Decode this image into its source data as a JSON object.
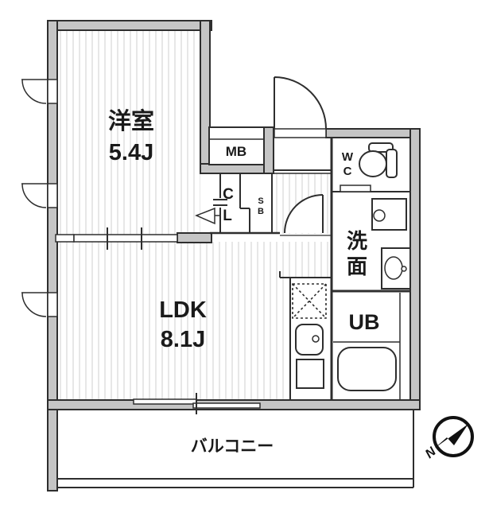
{
  "colors": {
    "wall_fill": "#c5c5c5",
    "outline": "#2e2e2e",
    "hatch": "#dadada",
    "text": "#1a1a1a",
    "compass": "#111111"
  },
  "plan": {
    "bedroom": {
      "name": "洋室",
      "area": "5.4J"
    },
    "ldk": {
      "name": "LDK",
      "area": "8.1J"
    },
    "balcony_label": "バルコニー",
    "meter_box_label": "MB",
    "closet": {
      "l1": "C",
      "l2": "L"
    },
    "shoe_box": {
      "l1": "S",
      "l2": "B"
    },
    "wc": {
      "l1": "W",
      "l2": "C"
    },
    "washroom": {
      "l1": "洗",
      "l2": "面"
    },
    "unit_bath_label": "UB",
    "compass_north": "N"
  }
}
